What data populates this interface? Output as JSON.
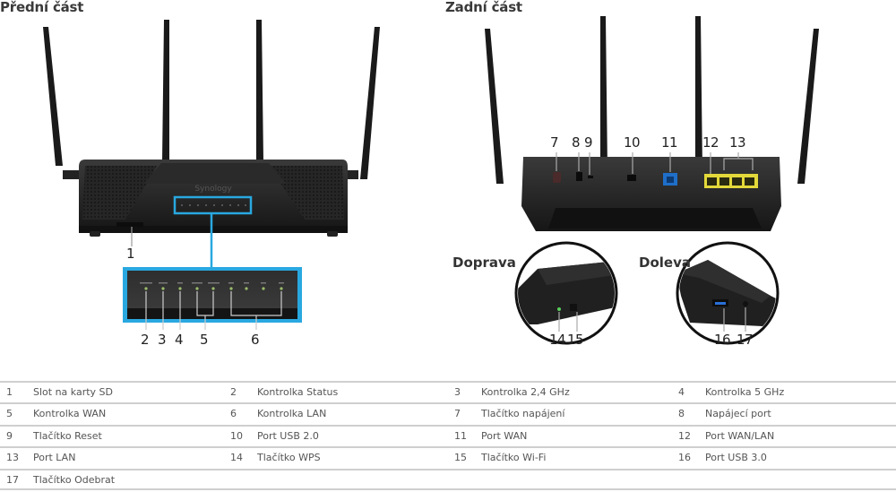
{
  "headings": {
    "front": "Přední část",
    "back": "Zadní část"
  },
  "side_views": {
    "right": "Doprava",
    "left": "Doleva"
  },
  "brand_text": "Synology",
  "colors": {
    "highlight": "#29a8e0",
    "router_body": "#1c1c1c",
    "lan_port": "#e3d93a",
    "wan_port": "#1f6fc9",
    "table_rule": "#cfcfcf"
  },
  "callouts": {
    "front": [
      "1",
      "2",
      "3",
      "4",
      "5",
      "6"
    ],
    "back": [
      "7",
      "8",
      "9",
      "10",
      "11",
      "12",
      "13"
    ],
    "right": [
      "14",
      "15"
    ],
    "left": [
      "16",
      "17"
    ]
  },
  "legend": [
    [
      {
        "num": "1",
        "label": "Slot na karty SD"
      },
      {
        "num": "2",
        "label": "Kontrolka Status"
      },
      {
        "num": "3",
        "label": "Kontrolka 2,4 GHz"
      },
      {
        "num": "4",
        "label": "Kontrolka 5 GHz"
      }
    ],
    [
      {
        "num": "5",
        "label": "Kontrolka WAN"
      },
      {
        "num": "6",
        "label": "Kontrolka LAN"
      },
      {
        "num": "7",
        "label": "Tlačítko napájení"
      },
      {
        "num": "8",
        "label": "Napájecí port"
      }
    ],
    [
      {
        "num": "9",
        "label": "Tlačítko Reset"
      },
      {
        "num": "10",
        "label": "Port USB 2.0"
      },
      {
        "num": "11",
        "label": "Port WAN"
      },
      {
        "num": "12",
        "label": "Port WAN/LAN"
      }
    ],
    [
      {
        "num": "13",
        "label": "Port LAN"
      },
      {
        "num": "14",
        "label": "Tlačítko WPS"
      },
      {
        "num": "15",
        "label": "Tlačítko Wi-Fi"
      },
      {
        "num": "16",
        "label": "Port USB 3.0"
      }
    ],
    [
      {
        "num": "17",
        "label": "Tlačítko Odebrat"
      }
    ]
  ]
}
